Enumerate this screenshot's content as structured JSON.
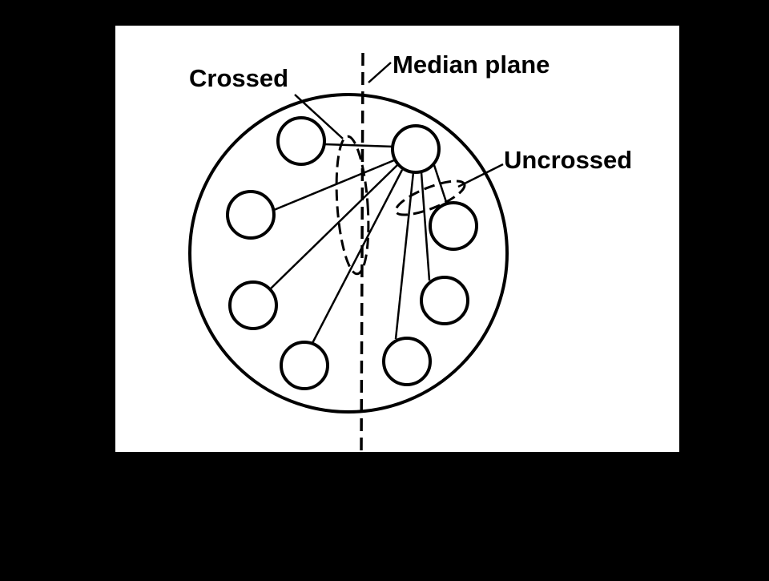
{
  "labels": {
    "crossed": "Crossed",
    "median_plane": "Median plane",
    "uncrossed": "Uncrossed"
  },
  "colors": {
    "background": "#000000",
    "panel": "#ffffff",
    "ink": "#000000"
  }
}
